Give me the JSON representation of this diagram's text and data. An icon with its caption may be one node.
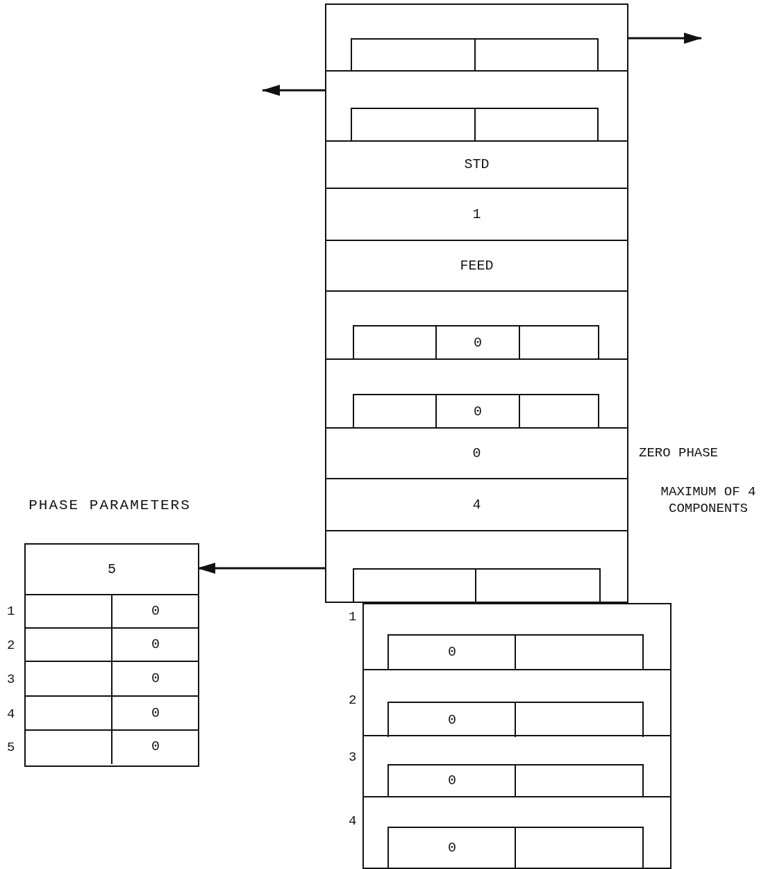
{
  "diagram": {
    "nodes": [
      {
        "text": [],
        "shape": "box"
      },
      {
        "text": [],
        "shape": "box",
        "in": 0
      },
      {
        "text": [],
        "shape": "box",
        "in": 1
      },
      {
        "text": [],
        "shape": "box",
        "in": 0
      },
      {
        "text": [],
        "shape": "box",
        "in": 3
      },
      {
        "text": [
          "STD"
        ],
        "in": 0
      },
      {
        "text": [
          "1"
        ],
        "in": 0
      },
      {
        "text": [
          "FEED"
        ],
        "in": 0
      },
      {
        "text": [],
        "shape": "box",
        "in": 0
      },
      {
        "text": [
          "0"
        ],
        "in": 8
      },
      {
        "text": [],
        "shape": "box",
        "in": 0
      },
      {
        "text": [
          "0"
        ],
        "in": 10
      },
      {
        "text": [
          "0"
        ],
        "in": 0,
        "beside": [
          "ZERO PHASE"
        ]
      },
      {
        "text": [
          "4"
        ],
        "in": 0,
        "beside": [
          "MAXIMUM OF 4 COMPONENTS"
        ]
      },
      {
        "text": [],
        "shape": "box",
        "in": 0
      },
      {
        "text": [],
        "shape": "box",
        "in": 14
      },
      {
        "text": [],
        "shape": "box"
      },
      {
        "text": [],
        "shape": "box",
        "in": 16,
        "beside": [
          "1"
        ]
      },
      {
        "text": [
          "0"
        ],
        "in": 17
      },
      {
        "text": [],
        "shape": "box",
        "in": 16,
        "beside": [
          "2"
        ]
      },
      {
        "text": [
          "0"
        ],
        "in": 19
      },
      {
        "text": [],
        "shape": "box",
        "in": 16,
        "beside": [
          "3"
        ]
      },
      {
        "text": [
          "0"
        ],
        "in": 21
      },
      {
        "text": [],
        "shape": "box",
        "in": 16,
        "beside": [
          "4"
        ]
      },
      {
        "text": [
          "0"
        ],
        "in": 23
      },
      {
        "text": [
          "PHASE PARAMETERS"
        ]
      },
      {
        "text": [
          "5"
        ],
        "in": 25
      },
      {
        "text": [
          "0"
        ],
        "in": 25
      },
      {
        "text": [
          "0"
        ],
        "in": 25
      },
      {
        "text": [
          "0"
        ],
        "in": 25
      },
      {
        "text": [
          "0"
        ],
        "in": 25
      },
      {
        "text": [
          "0"
        ],
        "in": 25
      }
    ],
    "labels": [
      "1",
      "2",
      "3",
      "4",
      "5"
    ],
    "edges": [
      {
        "from": 1,
        "to": null,
        "arrow": "to"
      },
      {
        "from": 3,
        "to": null,
        "arrow": "to"
      },
      {
        "from": 14,
        "to": 26,
        "arrow": "to"
      }
    ]
  }
}
